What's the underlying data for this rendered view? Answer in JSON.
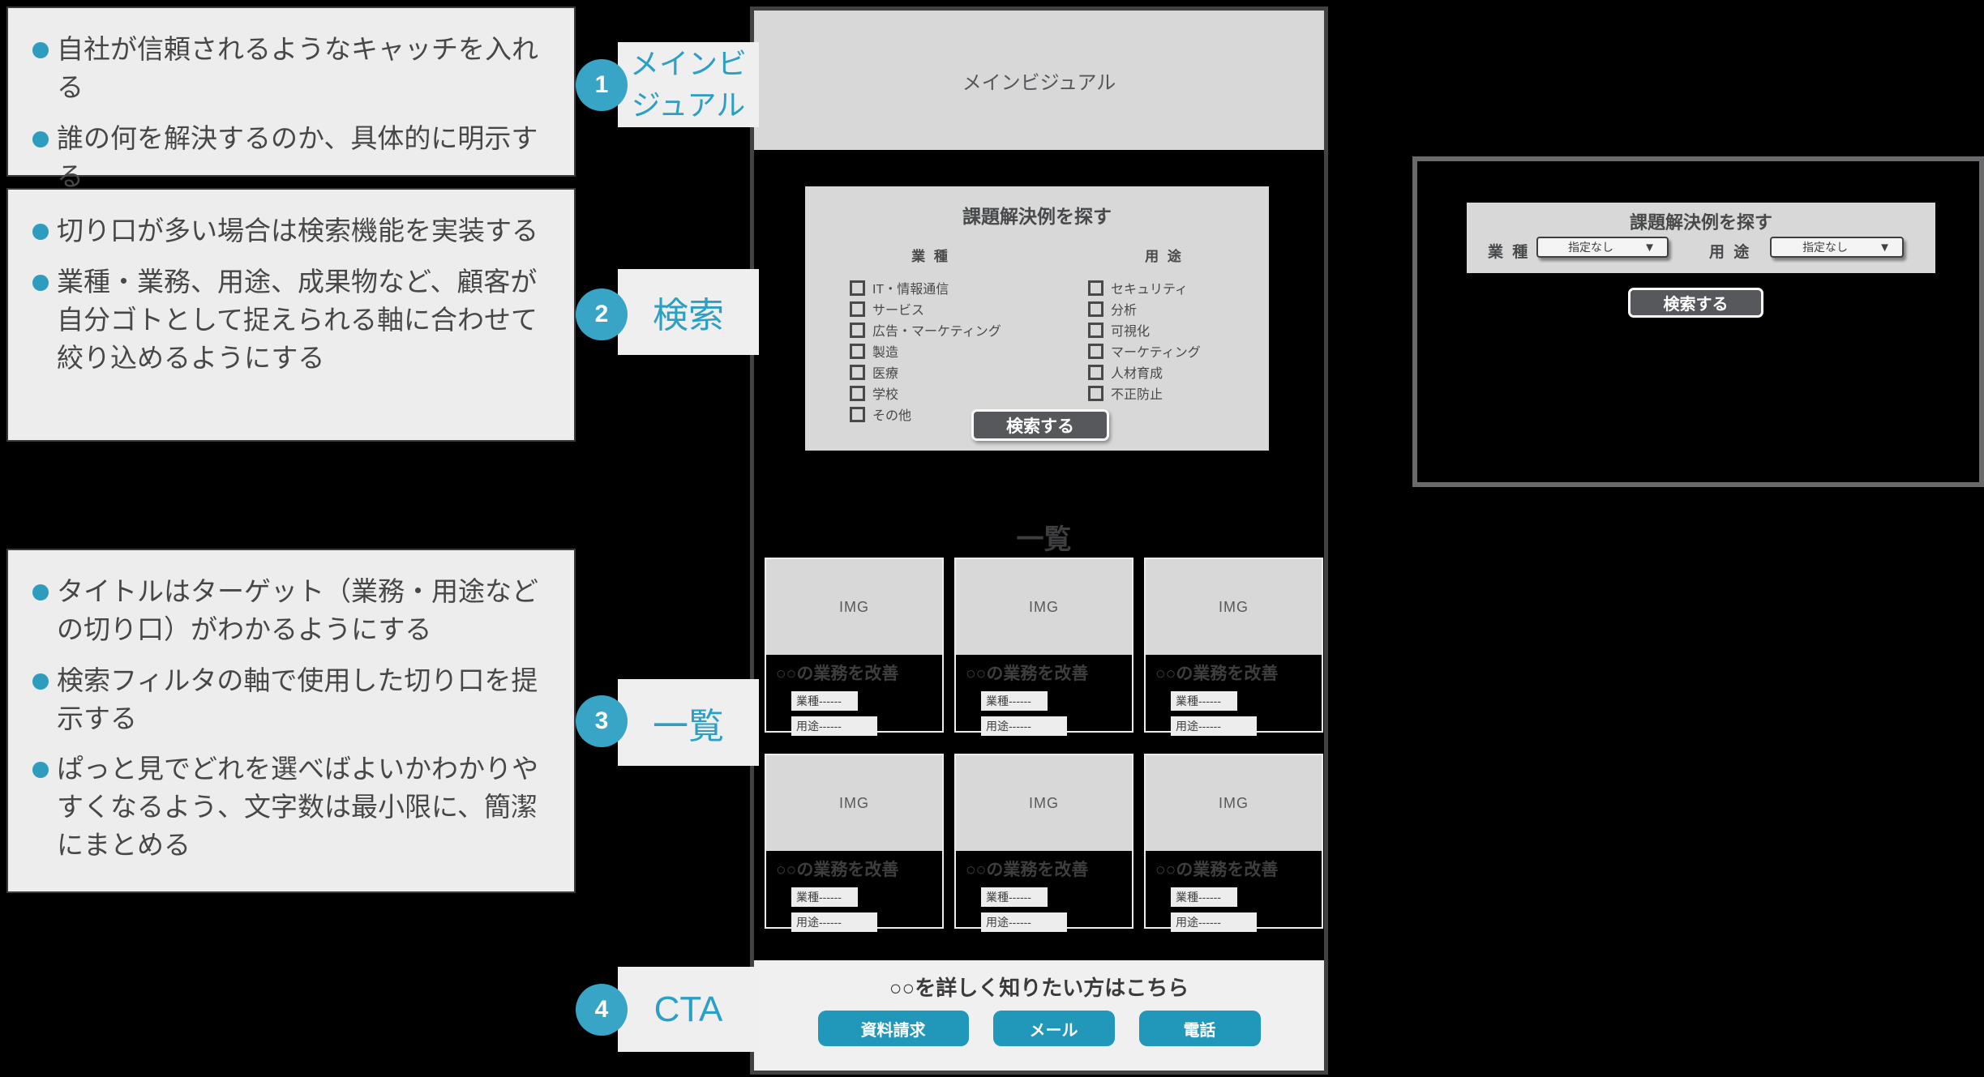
{
  "colors": {
    "accent_teal": "#2e9cbe",
    "button_teal": "#2197ba",
    "panel_gray": "#d8d8d8",
    "note_gray": "#ededed",
    "dark_button": "#57585b"
  },
  "notes": [
    {
      "items": [
        "自社が信頼されるようなキャッチを入れる",
        "誰の何を解決するのか、具体的に明示する"
      ]
    },
    {
      "items": [
        "切り口が多い場合は検索機能を実装する",
        "業種・業務、用途、成果物など、顧客が自分ゴトとして捉えられる軸に合わせて絞り込めるようにする"
      ]
    },
    {
      "items": [
        "タイトルはターゲット（業務・用途などの切り口）がわかるようにする",
        "検索フィルタの軸で使用した切り口を提示する",
        "ぱっと見でどれを選べばよいかわかりやすくなるよう、文字数は最小限に、簡潔にまとめる"
      ]
    }
  ],
  "markers": [
    {
      "num": "1",
      "label": "メインビジュアル"
    },
    {
      "num": "2",
      "label": "検索"
    },
    {
      "num": "3",
      "label": "一覧"
    },
    {
      "num": "4",
      "label": "CTA"
    }
  ],
  "wireframe": {
    "main_visual_label": "メインビジュアル",
    "search": {
      "title": "課題解決例を探す",
      "col1_header": "業 種",
      "col1_items": [
        "IT・情報通信",
        "サービス",
        "広告・マーケティング",
        "製造",
        "医療",
        "学校",
        "その他"
      ],
      "col2_header": "用 途",
      "col2_items": [
        "セキュリティ",
        "分析",
        "可視化",
        "マーケティング",
        "人材育成",
        "不正防止"
      ],
      "button": "検索する"
    },
    "list": {
      "title": "一覧",
      "cards": [
        {
          "img": "IMG",
          "title": "○○の業務を改善",
          "tag1": "業種------",
          "tag2": "用途------"
        },
        {
          "img": "IMG",
          "title": "○○の業務を改善",
          "tag1": "業種------",
          "tag2": "用途------"
        },
        {
          "img": "IMG",
          "title": "○○の業務を改善",
          "tag1": "業種------",
          "tag2": "用途------"
        },
        {
          "img": "IMG",
          "title": "○○の業務を改善",
          "tag1": "業種------",
          "tag2": "用途------"
        },
        {
          "img": "IMG",
          "title": "○○の業務を改善",
          "tag1": "業種------",
          "tag2": "用途------"
        },
        {
          "img": "IMG",
          "title": "○○の業務を改善",
          "tag1": "業種------",
          "tag2": "用途------"
        }
      ]
    },
    "cta": {
      "heading": "○○を詳しく知りたい方はこちら",
      "buttons": [
        "資料請求",
        "メール",
        "電話"
      ]
    }
  },
  "search_compact": {
    "title": "課題解決例を探す",
    "field1_label": "業 種",
    "field1_value": "指定なし",
    "field2_label": "用 途",
    "field2_value": "指定なし",
    "dropdown_arrow": "▼",
    "button": "検索する"
  }
}
